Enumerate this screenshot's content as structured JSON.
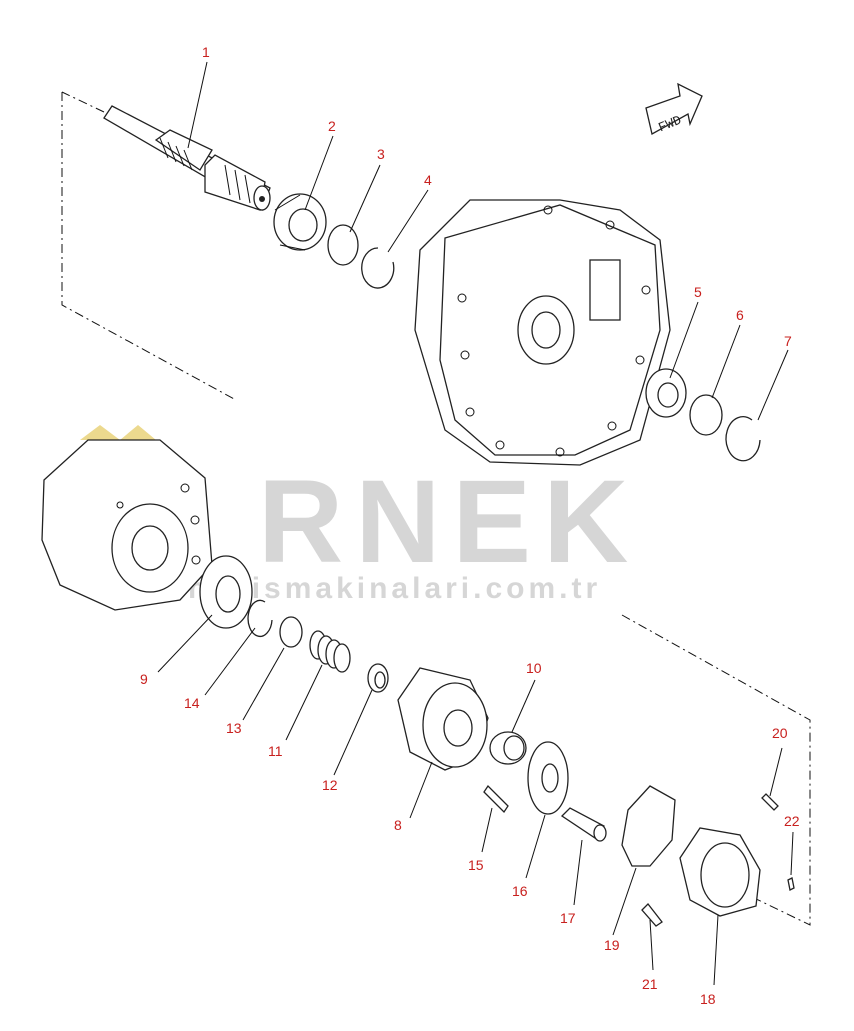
{
  "diagram": {
    "fwd_label": "FWD",
    "watermark": {
      "brand": "RNEK",
      "url": "nekismakinalari.com.tr",
      "color": "#cfcfcf",
      "accent": "#e9d27a"
    },
    "callout_color": "#c8201e",
    "callouts": [
      "1",
      "2",
      "3",
      "4",
      "5",
      "6",
      "7",
      "8",
      "9",
      "10",
      "11",
      "12",
      "13",
      "14",
      "15",
      "16",
      "17",
      "18",
      "19",
      "20",
      "21",
      "22"
    ]
  }
}
